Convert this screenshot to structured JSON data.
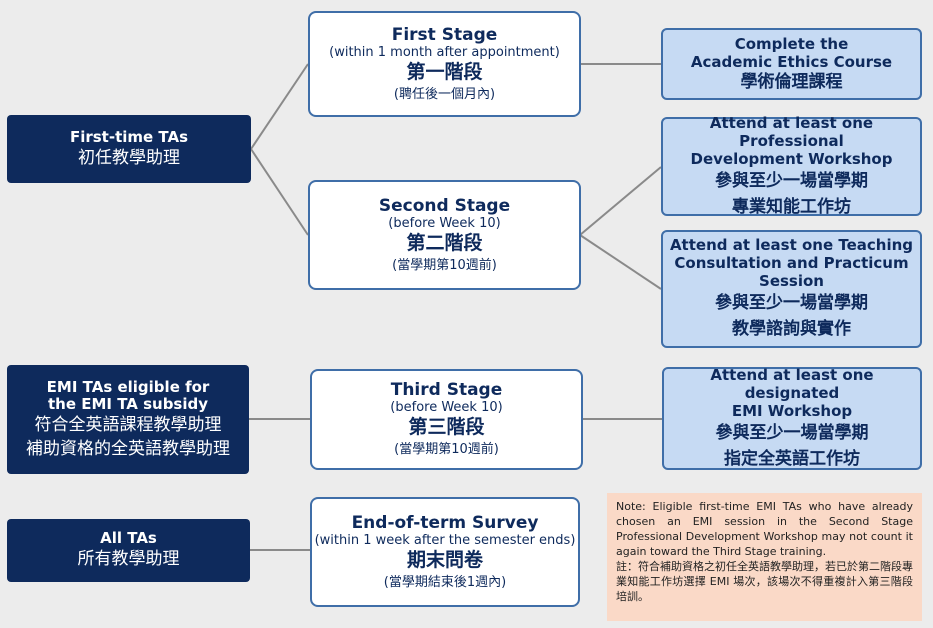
{
  "left": {
    "first_time": {
      "en": "First-time TAs",
      "zh": "初任教學助理"
    },
    "emi": {
      "en1": "EMI TAs eligible for",
      "en2": "the EMI TA subsidy",
      "zh1": "符合全英語課程教學助理",
      "zh2": "補助資格的全英語教學助理"
    },
    "all": {
      "en": "All TAs",
      "zh": "所有教學助理"
    }
  },
  "stages": {
    "first": {
      "title": "First Stage",
      "sub": "(within 1 month  after appointment)",
      "zh": "第一階段",
      "zh_sub": "(聘任後一個月內)"
    },
    "second": {
      "title": "Second Stage",
      "sub": "(before Week 10)",
      "zh": "第二階段",
      "zh_sub": "(當學期第10週前)"
    },
    "third": {
      "title": "Third Stage",
      "sub": "(before Week 10)",
      "zh": "第三階段",
      "zh_sub": "(當學期第10週前)"
    },
    "survey": {
      "title": "End-of-term Survey",
      "sub": "(within 1 week after the semester ends)",
      "zh": "期末問卷",
      "zh_sub": "(當學期結束後1週內)"
    }
  },
  "tasks": {
    "ethics": {
      "en1": "Complete the",
      "en2": "Academic Ethics Course",
      "zh": "學術倫理課程"
    },
    "workshop": {
      "en1": "Attend at least one Professional",
      "en2": "Development Workshop",
      "zh1": "參與至少一場當學期",
      "zh2": "專業知能工作坊"
    },
    "consult": {
      "en1": "Attend at least one Teaching",
      "en2": "Consultation and Practicum",
      "en3": "Session",
      "zh1": "參與至少一場當學期",
      "zh2": "教學諮詢與實作"
    },
    "emi_ws": {
      "en1": "Attend at least one designated",
      "en2": "EMI Workshop",
      "zh1": "參與至少一場當學期",
      "zh2": "指定全英語工作坊"
    }
  },
  "note": {
    "en": "Note: Eligible first-time EMI TAs who have already chosen an EMI session in the Second Stage Professional Development Workshop may not count it again toward the Third Stage training.",
    "zh": "註：符合補助資格之初任全英語教學助理，若已於第二階段專業知能工作坊選擇 EMI 場次，該場次不得重複計入第三階段培訓。"
  },
  "colors": {
    "navy": "#0e2a5c",
    "border": "#3f6ea8",
    "light_blue": "#c6daf3",
    "note_bg": "#fad9c7",
    "connector": "#8a8a8a"
  }
}
